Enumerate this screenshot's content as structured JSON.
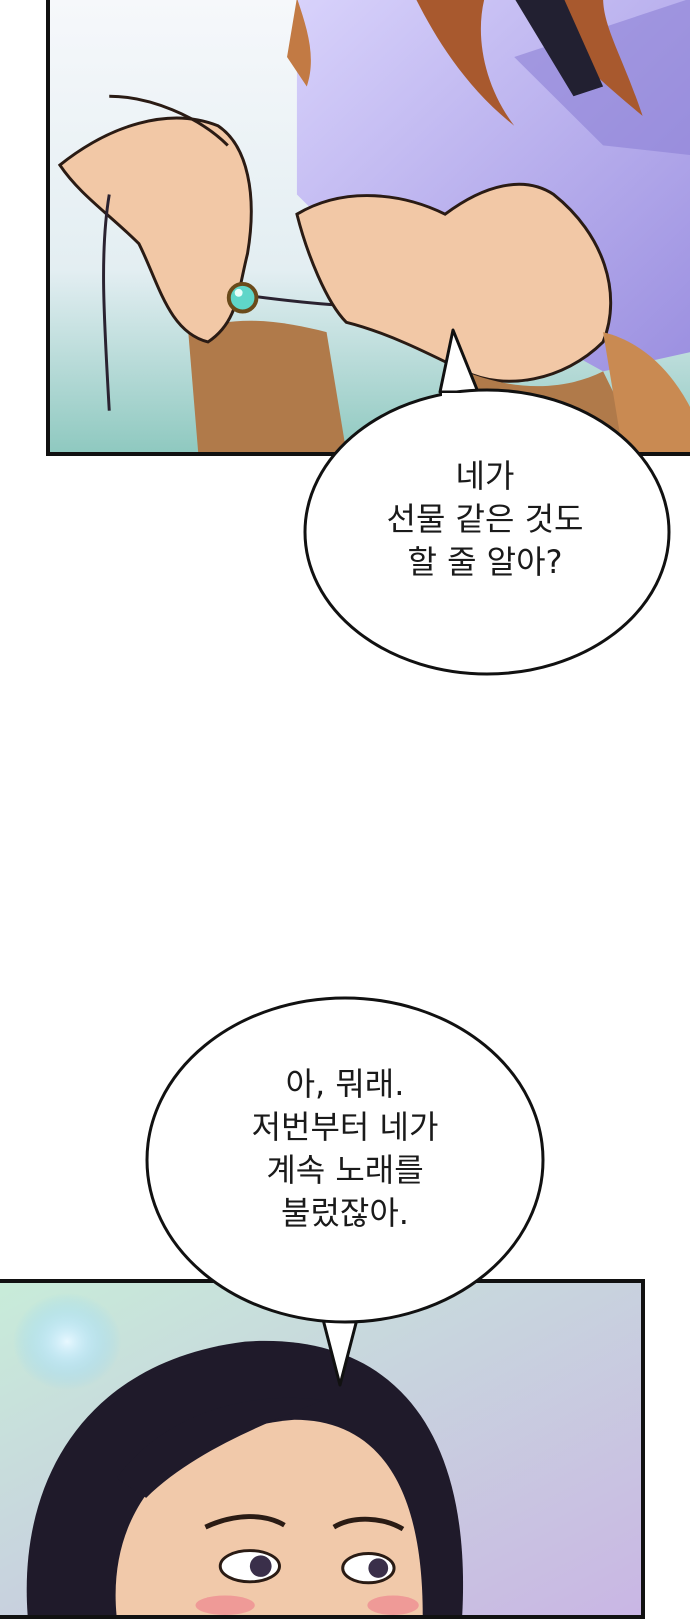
{
  "bubbles": [
    {
      "lines": [
        "네가",
        "선물 같은 것도",
        "할 줄 알아?"
      ]
    },
    {
      "lines": [
        "아, 뭐래.",
        "저번부터 네가",
        "계속 노래를",
        "불렀잖아."
      ]
    }
  ],
  "colors": {
    "panel_border": "#111111",
    "skin": "#f2c8a6",
    "skin_shadow": "#c9876a",
    "clothing_lavender": "#b9b0ee",
    "hair_brown": "#a8592e",
    "sleeve_brown": "#b07a4a",
    "gem": "#5fd6c9",
    "hair_black": "#1f1a2a",
    "bg_mint": "#c8ecd9",
    "bg_violet": "#c9b6e4"
  },
  "icons": {
    "panel_top": "hands-with-bracelet-illustration",
    "panel_bottom": "dark-haired-character-illustration"
  }
}
